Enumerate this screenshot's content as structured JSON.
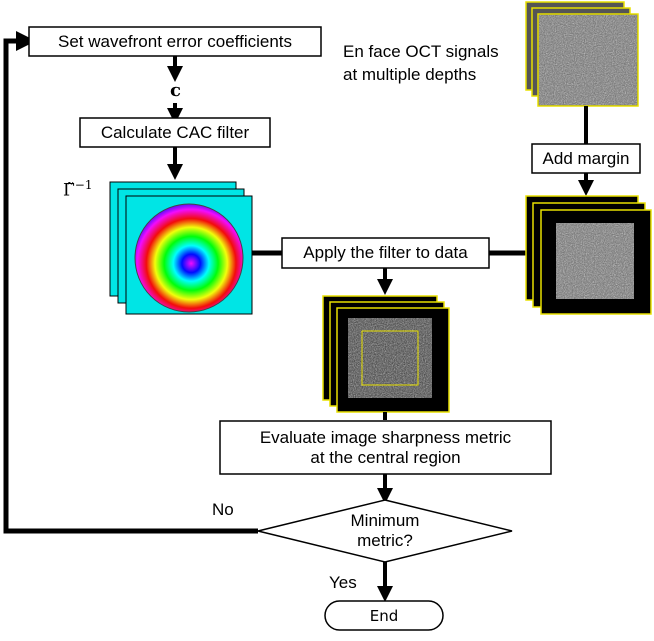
{
  "steps": {
    "set_coefficients": "Set wavefront error coefficients",
    "coeff_symbol": "c",
    "calc_filter": "Calculate CAC filter",
    "filter_symbol": "Γ̃",
    "filter_exponent": "−1",
    "oct_label_line1": "En face OCT signals",
    "oct_label_line2": "at multiple depths",
    "add_margin": "Add margin",
    "apply_filter": "Apply the filter to data",
    "evaluate_line1": "Evaluate image sharpness metric",
    "evaluate_line2": "at the central region",
    "decision_line1": "Minimum",
    "decision_line2": "metric?",
    "no_label": "No",
    "yes_label": "Yes",
    "end": "End"
  },
  "colors": {
    "highlight_border": "#e8e000",
    "filter_background": "#00e5e5"
  }
}
